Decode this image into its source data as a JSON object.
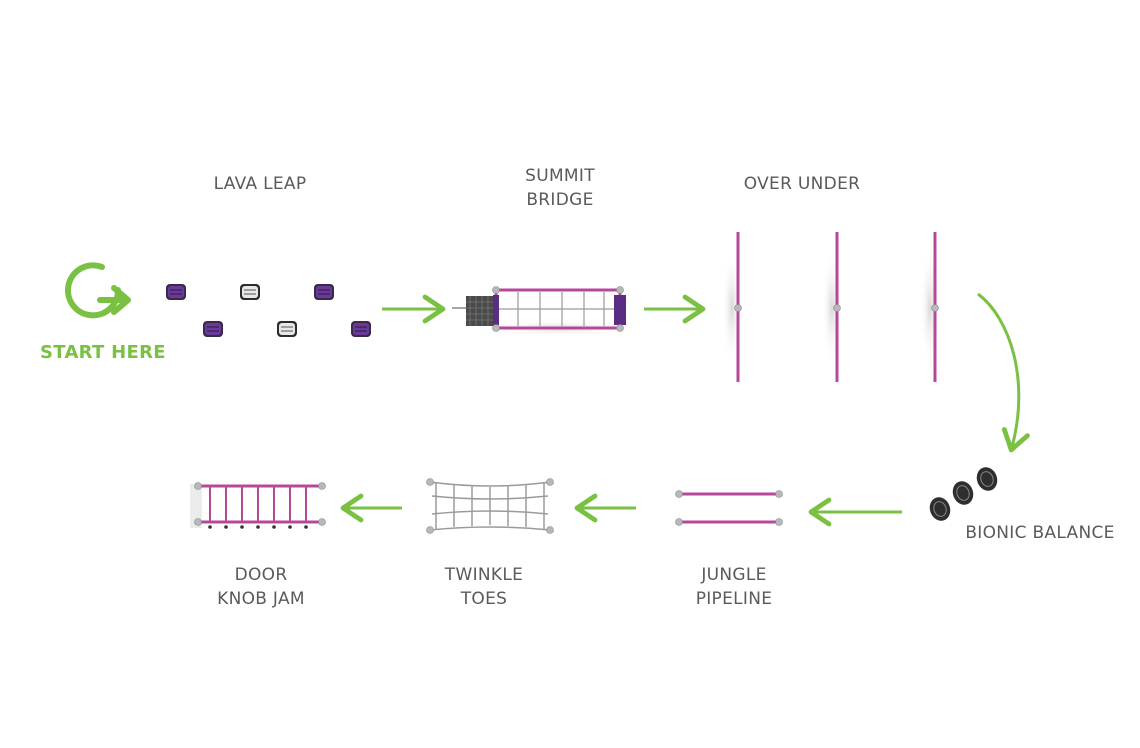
{
  "start": {
    "label": "START HERE"
  },
  "stations": [
    {
      "id": "lava-leap",
      "lines": [
        "LAVA LEAP"
      ]
    },
    {
      "id": "summit-bridge",
      "lines": [
        "SUMMIT",
        "BRIDGE"
      ]
    },
    {
      "id": "over-under",
      "lines": [
        "OVER UNDER"
      ]
    },
    {
      "id": "bionic-balance",
      "lines": [
        "BIONIC BALANCE"
      ]
    },
    {
      "id": "jungle-pipeline",
      "lines": [
        "JUNGLE",
        "PIPELINE"
      ]
    },
    {
      "id": "twinkle-toes",
      "lines": [
        "TWINKLE",
        "TOES"
      ]
    },
    {
      "id": "door-knob-jam",
      "lines": [
        "DOOR",
        "KNOB JAM"
      ]
    }
  ],
  "colors": {
    "accent_green": "#7ac143",
    "magenta": "#b5489b",
    "purple": "#5b2c83",
    "label_gray": "#5a5a5a",
    "net_gray": "#9a9a9a"
  },
  "icons": [
    "start-power-icon",
    "stepping-stone-icon",
    "flow-arrow-icon"
  ]
}
